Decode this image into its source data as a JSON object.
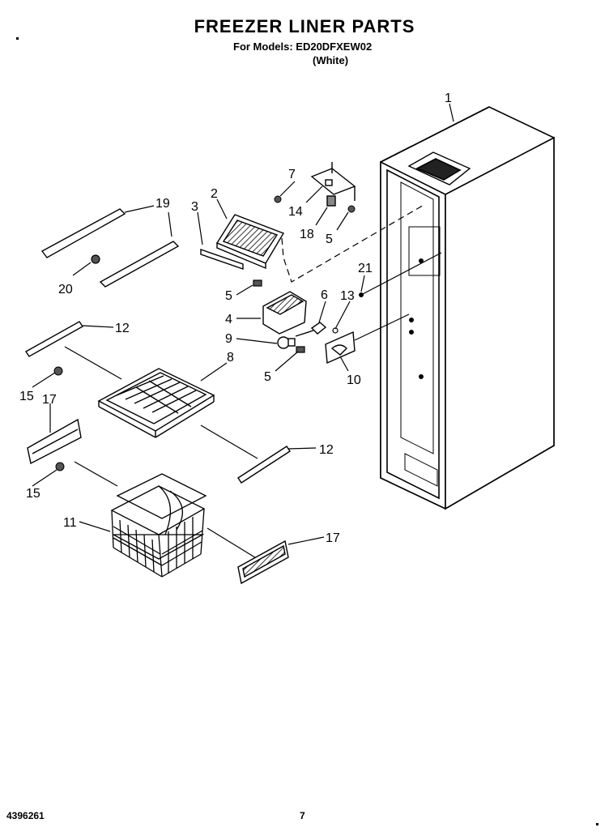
{
  "header": {
    "title": "FREEZER LINER PARTS",
    "models": "For Models: ED20DFXEW02",
    "color": "(White)"
  },
  "footer": {
    "doc_number": "4396261",
    "page_number": "7"
  },
  "callouts": {
    "c1": "1",
    "c2": "2",
    "c3": "3",
    "c4": "4",
    "c5a": "5",
    "c5b": "5",
    "c5c": "5",
    "c6": "6",
    "c7": "7",
    "c8": "8",
    "c9": "9",
    "c10": "10",
    "c11": "11",
    "c12a": "12",
    "c12b": "12",
    "c13": "13",
    "c14": "14",
    "c15a": "15",
    "c15b": "15",
    "c17a": "17",
    "c17b": "17",
    "c18": "18",
    "c19": "19",
    "c20": "20",
    "c21": "21"
  }
}
